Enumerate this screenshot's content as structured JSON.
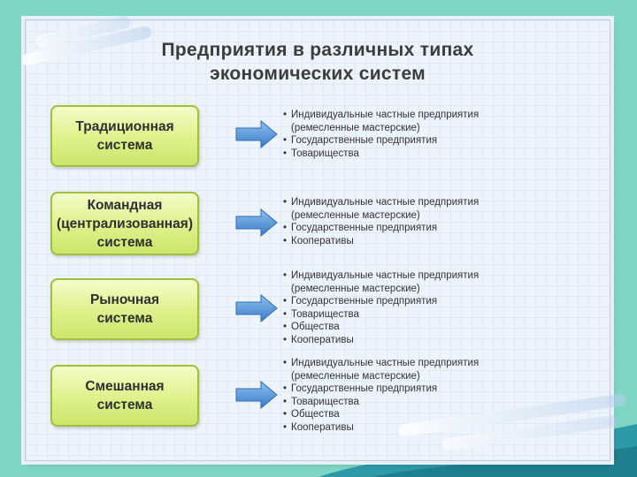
{
  "title": {
    "line1": "Предприятия в различных типах",
    "line2": "экономических систем"
  },
  "rows": [
    {
      "label_lines": [
        "Традиционная",
        "система"
      ],
      "items": [
        {
          "bullet": "•",
          "text": "Индивидуальные частные предприятия"
        },
        {
          "bullet": "",
          "text": "(ремесленные мастерские)"
        },
        {
          "bullet": "•",
          "text": "Государственные предприятия"
        },
        {
          "bullet": "•",
          "text": "Товарищества"
        }
      ]
    },
    {
      "label_lines": [
        "Командная",
        "(централизованная)",
        "система"
      ],
      "items": [
        {
          "bullet": "•",
          "text": "Индивидуальные частные предприятия"
        },
        {
          "bullet": "",
          "text": "(ремесленные мастерские)"
        },
        {
          "bullet": "•",
          "text": "Государственные предприятия"
        },
        {
          "bullet": "•",
          "text": "Кооперативы"
        }
      ]
    },
    {
      "label_lines": [
        "Рыночная",
        "система"
      ],
      "items": [
        {
          "bullet": "•",
          "text": "Индивидуальные частные предприятия"
        },
        {
          "bullet": "",
          "text": "(ремесленные мастерские)"
        },
        {
          "bullet": "•",
          "text": "Государственные предприятия"
        },
        {
          "bullet": "•",
          "text": "Товарищества"
        },
        {
          "bullet": "•",
          "text": "Общества"
        },
        {
          "bullet": "•",
          "text": "Кооперативы"
        }
      ]
    },
    {
      "label_lines": [
        "Смешанная",
        "система"
      ],
      "items": [
        {
          "bullet": "•",
          "text": "Индивидуальные частные предприятия"
        },
        {
          "bullet": "",
          "text": "(ремесленные мастерские)"
        },
        {
          "bullet": "•",
          "text": "Государственные предприятия"
        },
        {
          "bullet": "•",
          "text": "Товарищества"
        },
        {
          "bullet": "•",
          "text": "Общества"
        },
        {
          "bullet": "•",
          "text": "Кооперативы"
        }
      ]
    }
  ],
  "colors": {
    "box_fill": "#dff08a",
    "box_border": "#9fc03a",
    "arrow": "#4f8fd8",
    "background": "#7fd6c4"
  },
  "icons": {
    "arrow": "arrow-right-icon"
  }
}
